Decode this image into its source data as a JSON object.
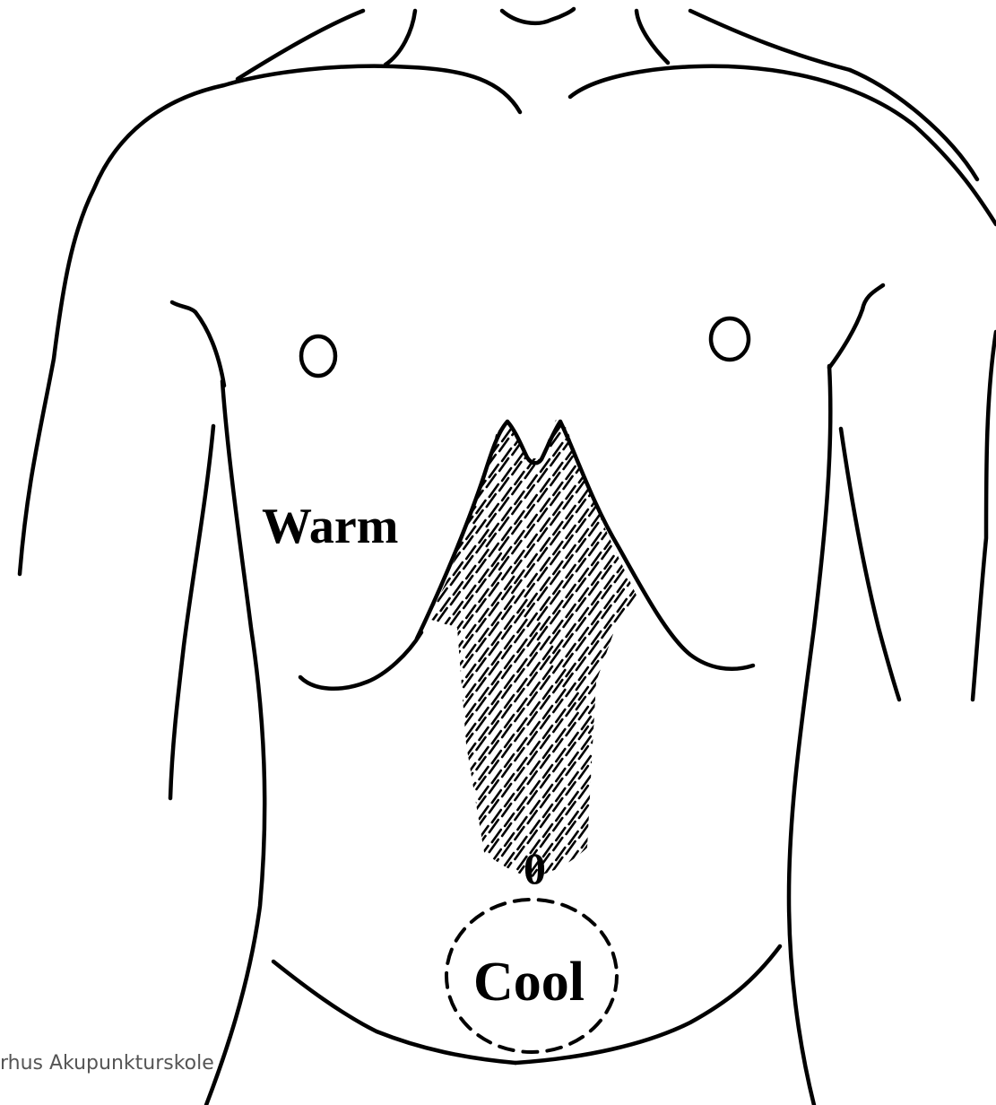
{
  "labels": {
    "warm": "Warm",
    "cool": "Cool",
    "zero": "0"
  },
  "watermark": "rhus Akupunkturskole",
  "colors": {
    "line": "#000000",
    "background": "#ffffff",
    "watermark": "#555555"
  }
}
